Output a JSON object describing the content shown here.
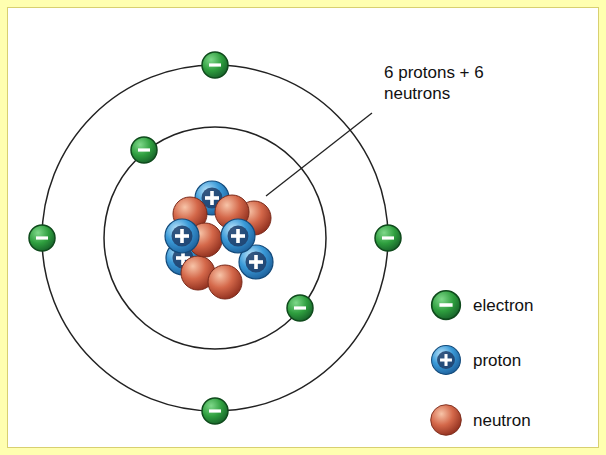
{
  "diagram": {
    "labels": [
      "6 protons + 6 neutrons"
    ],
    "legend": [
      {
        "text": "electron"
      },
      {
        "text": "proton"
      },
      {
        "text": "neutron"
      }
    ]
  }
}
